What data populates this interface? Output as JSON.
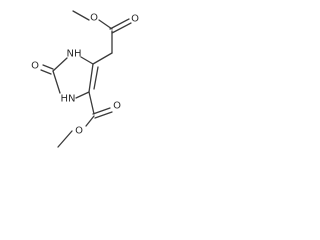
{
  "molecule": {
    "atoms": {
      "o_methoxy_top": "O",
      "o_carbonyl_top": "O",
      "nh_top": "NH",
      "o_urea": "O",
      "nh_bottom": "HN",
      "o_carbonyl_bottom": "O",
      "o_methoxy_bottom": "O"
    }
  }
}
